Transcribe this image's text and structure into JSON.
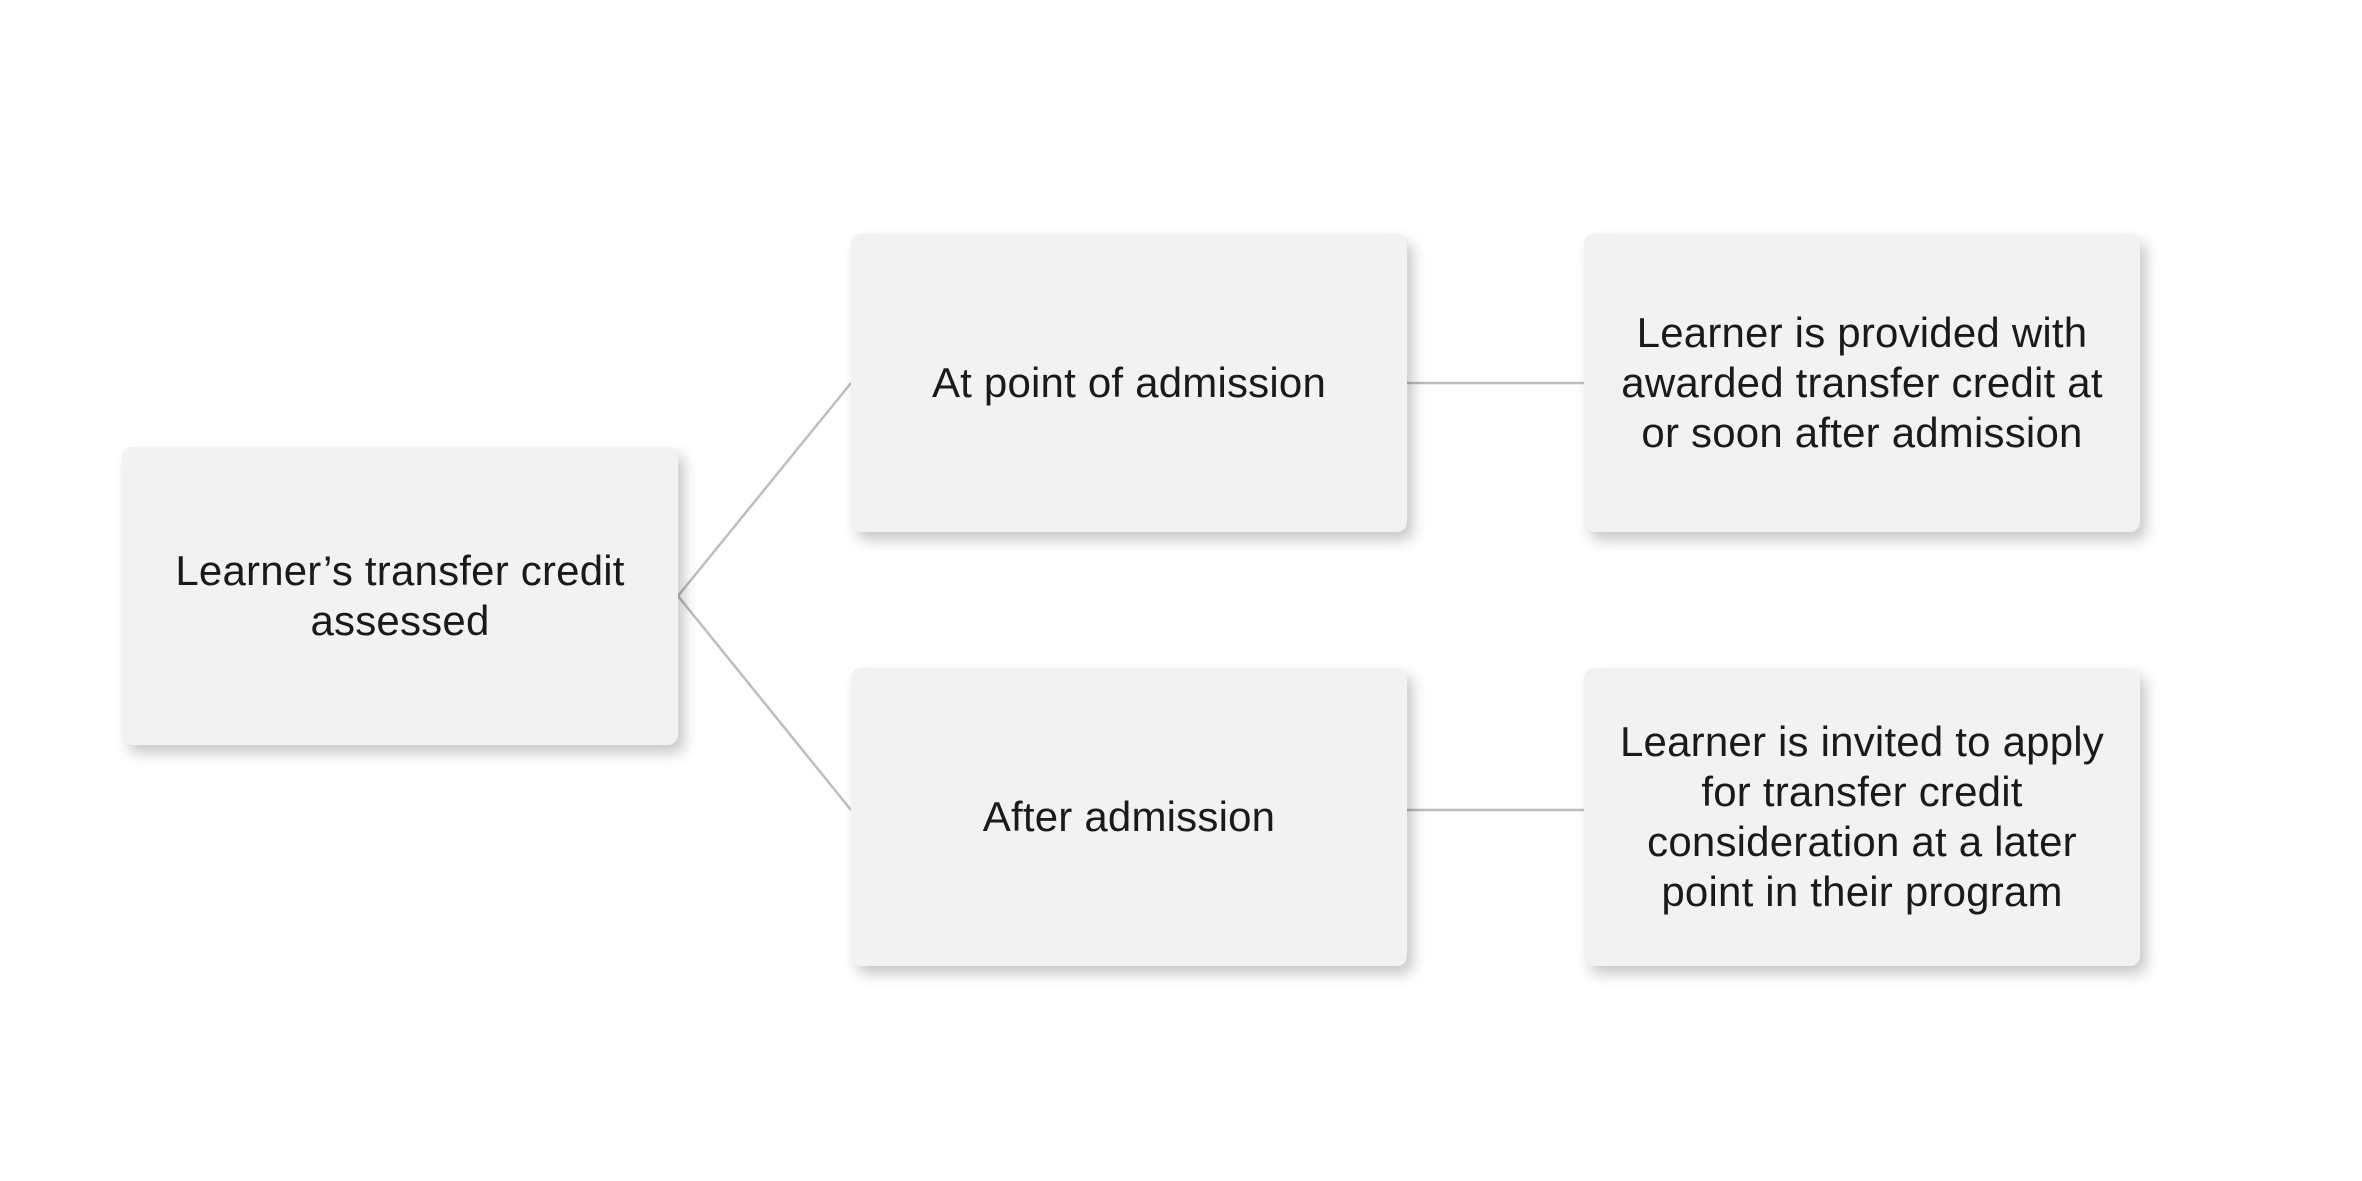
{
  "nodes": {
    "root": "Learner’s transfer credit assessed",
    "at_admission": "At point of admission",
    "after_admission": "After admission",
    "result_at_admission": "Learner is provided with awarded transfer credit at or soon after admission",
    "result_after_admission": "Learner is invited to apply for transfer credit consideration at a later point in their program"
  },
  "colors": {
    "node_fill": "#f2f2f2",
    "connector": "#bdbdbd",
    "text": "#1a1a1a",
    "background": "#ffffff"
  }
}
